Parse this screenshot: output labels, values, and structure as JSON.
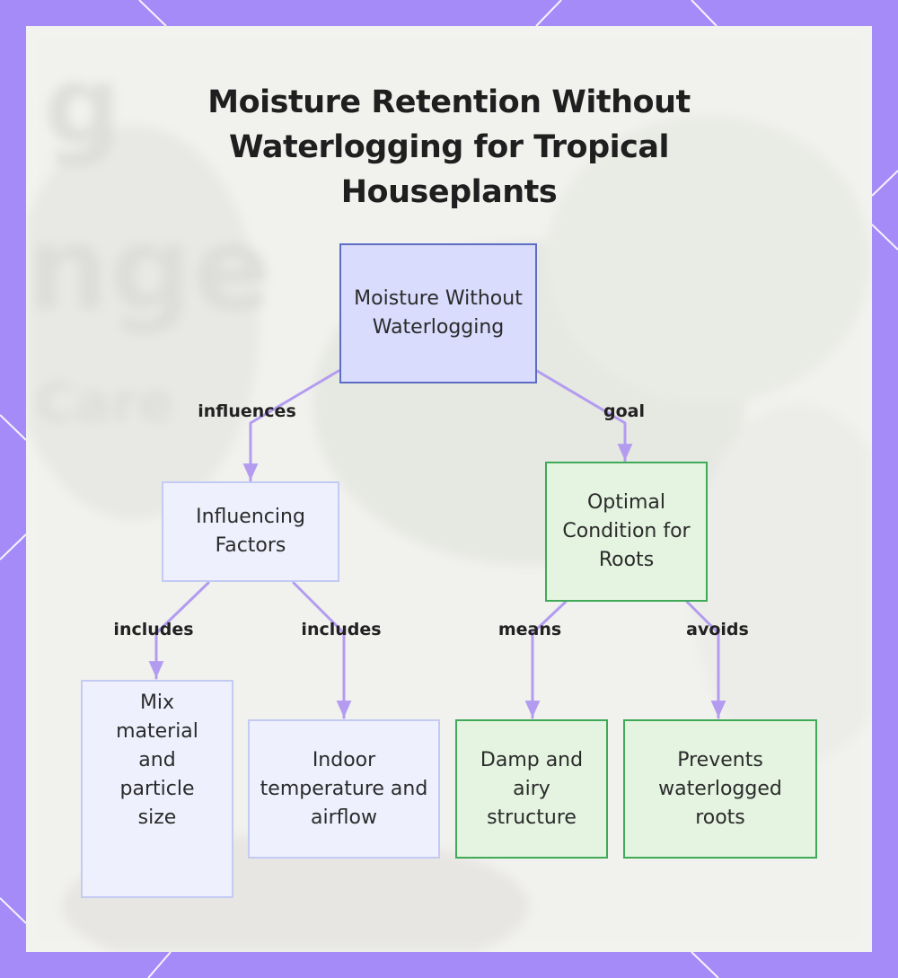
{
  "title": "Moisture Retention Without Waterlogging for Tropical Houseplants",
  "colors": {
    "frame": "#a48bf7",
    "edge": "#b39cf0",
    "root_fill": "#d9dcfd",
    "root_border": "#5e6dc4",
    "blue_fill": "#eef0fd",
    "blue_border": "#c4cbf3",
    "green_fill": "#e4f4e0",
    "green_border": "#3faa57"
  },
  "nodes": {
    "root": "Moisture Without Waterlogging",
    "factors": "Influencing Factors",
    "condition": "Optimal Condition for Roots",
    "mix": "Mix material and particle size",
    "indoor": "Indoor temperature and airflow",
    "damp": "Damp and airy structure",
    "prevents": "Prevents waterlogged roots"
  },
  "edges": {
    "influences": "influences",
    "goal": "goal",
    "includes_mix": "includes",
    "includes_indoor": "includes",
    "means": "means",
    "avoids": "avoids"
  }
}
